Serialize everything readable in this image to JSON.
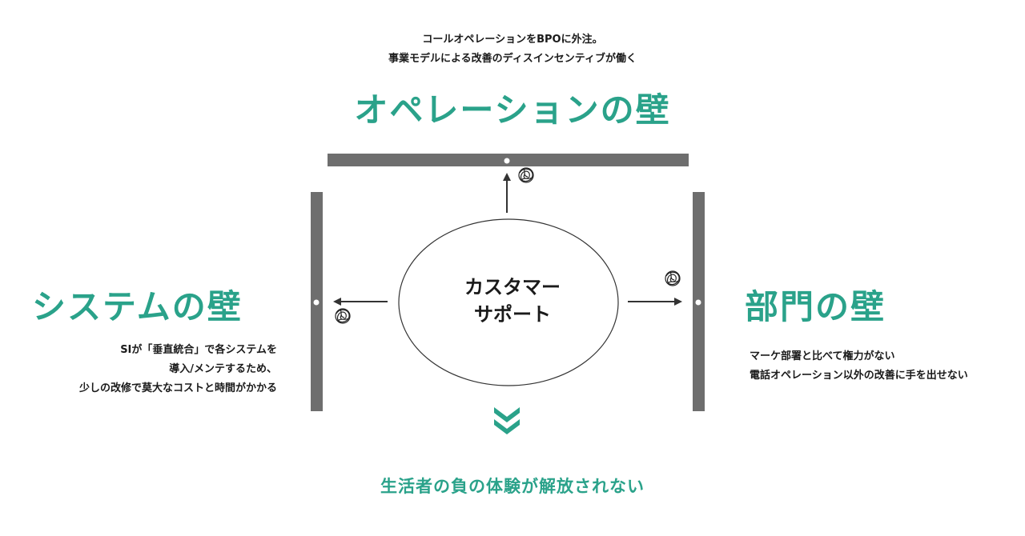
{
  "top": {
    "note_line1": "コールオペレーションをBPOに外注。",
    "note_line2": "事業モデルによる改善のディスインセンティブが働く",
    "title": "オペレーションの壁"
  },
  "left": {
    "title": "システムの壁",
    "note_line1": "SIが「垂直統合」で各システムを",
    "note_line2": "導入/メンテするため、",
    "note_line3": "少しの改修で莫大なコストと時間がかかる"
  },
  "right": {
    "title": "部門の壁",
    "note_line1": "マーケ部署と比べて権力がない",
    "note_line2": "電話オペレーション以外の改善に手を出せない"
  },
  "center": {
    "line1": "カスタマー",
    "line2": "サポート"
  },
  "bottom": {
    "conclusion": "生活者の負の体験が解放されない"
  },
  "colors": {
    "accent": "#2aa28a",
    "wall": "#6e6e6e",
    "text": "#1a1a1a"
  }
}
